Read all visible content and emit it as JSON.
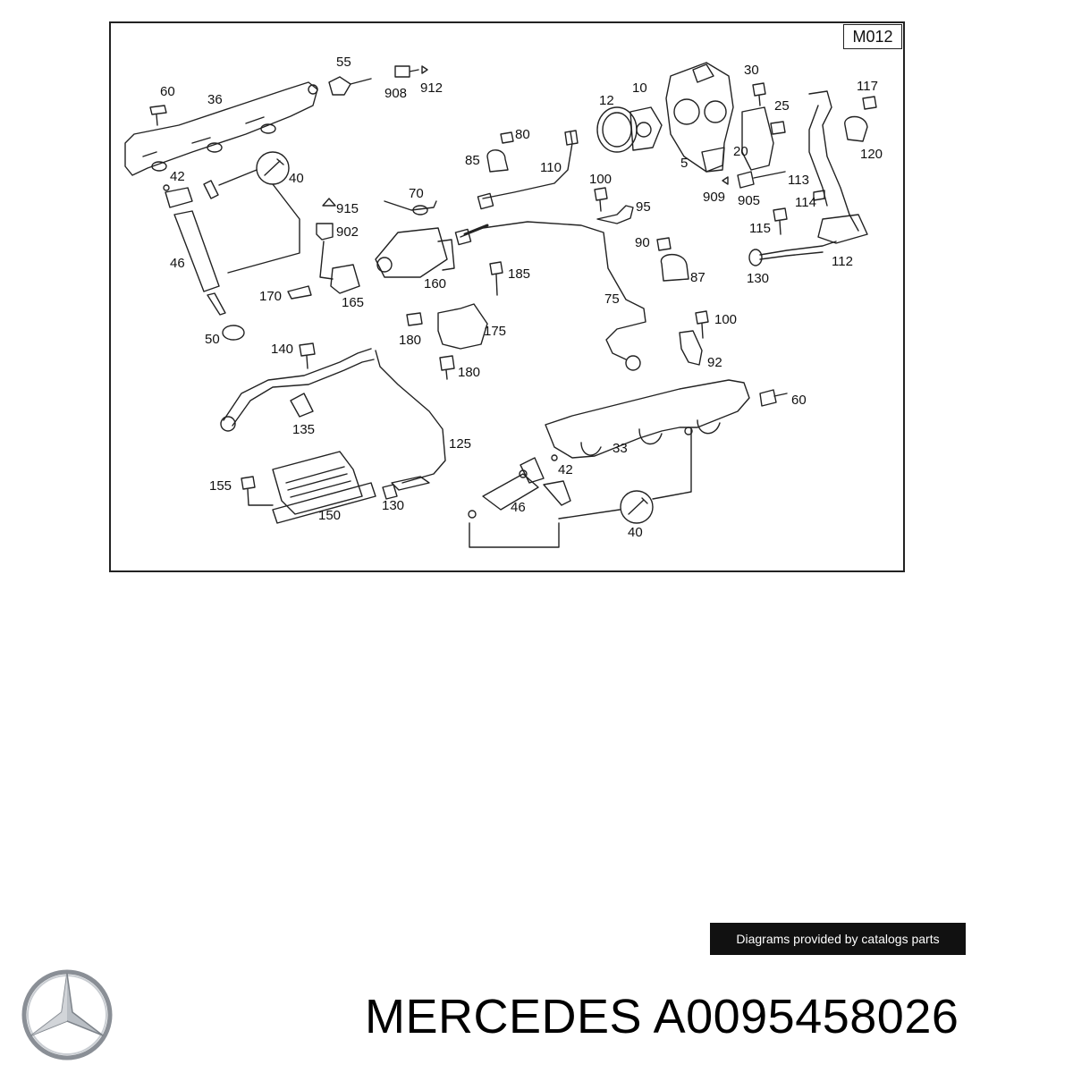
{
  "diagram": {
    "code": "M012",
    "callouts": [
      "55",
      "908",
      "912",
      "60",
      "36",
      "42",
      "40",
      "46",
      "50",
      "915",
      "902",
      "70",
      "170",
      "165",
      "160",
      "185",
      "175",
      "180",
      "180",
      "140",
      "135",
      "155",
      "150",
      "130",
      "125",
      "85",
      "80",
      "110",
      "100",
      "95",
      "90",
      "87",
      "75",
      "100",
      "92",
      "12",
      "10",
      "5",
      "30",
      "25",
      "20",
      "909",
      "905",
      "117",
      "120",
      "113",
      "114",
      "115",
      "112",
      "130",
      "60",
      "33",
      "42",
      "46",
      "40"
    ]
  },
  "banner": {
    "text": "Diagrams provided by catalogs parts"
  },
  "brand": {
    "name": "MERCEDES A0095458026",
    "logo_icon": "mercedes-star-icon"
  }
}
